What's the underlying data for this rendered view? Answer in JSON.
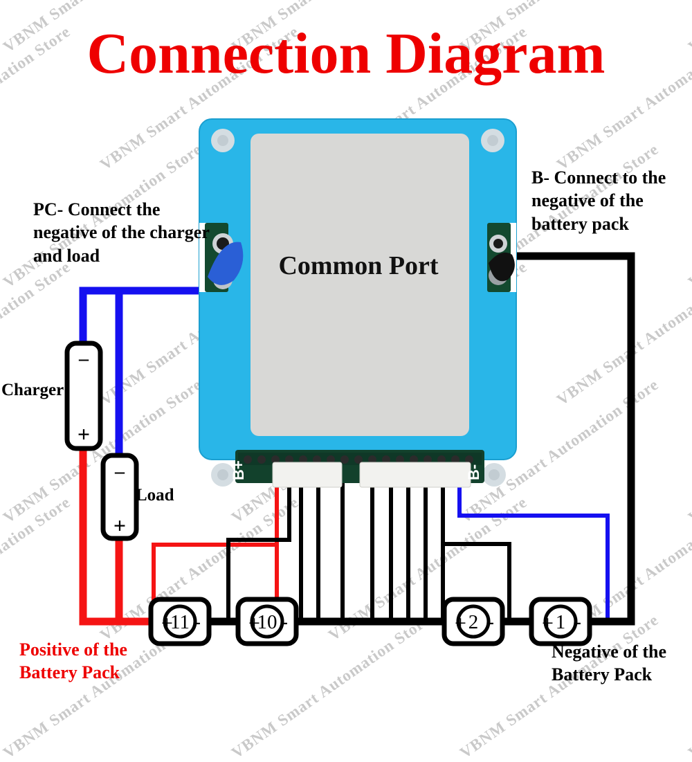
{
  "title": "Connection Diagram",
  "board": {
    "label": "Common Port",
    "terminal_left": "B+",
    "terminal_right": "B-",
    "color": "#29b6e8",
    "plate_color": "#d8d8d6",
    "pcb_color": "#12412c"
  },
  "annotations": {
    "pc": "PC- Connect the negative of the charger and load",
    "b_minus": "B- Connect to the negative of the battery pack",
    "positive": "Positive of the Battery Pack",
    "negative": "Negative of the Battery Pack"
  },
  "devices": [
    {
      "name": "Charger",
      "label": "Charger",
      "minus": "–",
      "plus": "+"
    },
    {
      "name": "Load",
      "label": "Load",
      "minus": "–",
      "plus": "+"
    }
  ],
  "cells": [
    {
      "number": "11",
      "plus": "+",
      "minus": "-"
    },
    {
      "number": "10",
      "plus": "+",
      "minus": "-"
    },
    {
      "number": "2",
      "plus": "+",
      "minus": "-"
    },
    {
      "number": "1",
      "plus": "+",
      "minus": "-"
    }
  ],
  "wire_colors": {
    "positive": "#f51414",
    "negative_charger": "#1510f0",
    "battery": "#000000",
    "balance": "#000000"
  },
  "watermark": {
    "line1": "VBNM",
    "line2": "Smart Automation Store"
  }
}
